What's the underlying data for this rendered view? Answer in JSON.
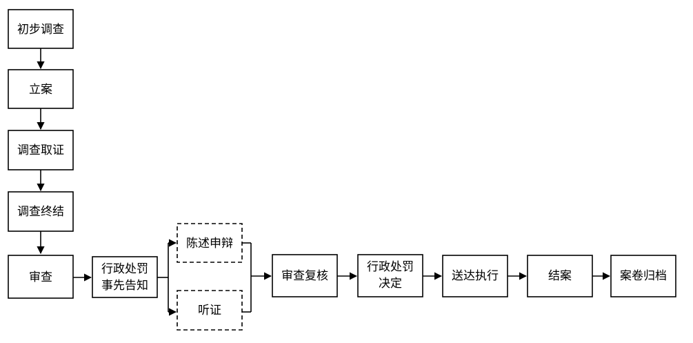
{
  "diagram": {
    "nodes": {
      "preliminary_investigation": "初步调查",
      "case_filing": "立案",
      "evidence_collection": "调查取证",
      "investigation_conclusion": "调查终结",
      "review": "审查",
      "prior_notice": [
        "行政处罚",
        "事先告知"
      ],
      "statement_defense": "陈述申辩",
      "hearing": "听证",
      "review_recheck": "审查复核",
      "penalty_decision": [
        "行政处罚",
        "决定"
      ],
      "service_execution": "送达执行",
      "case_closing": "结案",
      "archiving": "案卷归档"
    },
    "optional_steps_style": "dashed"
  }
}
